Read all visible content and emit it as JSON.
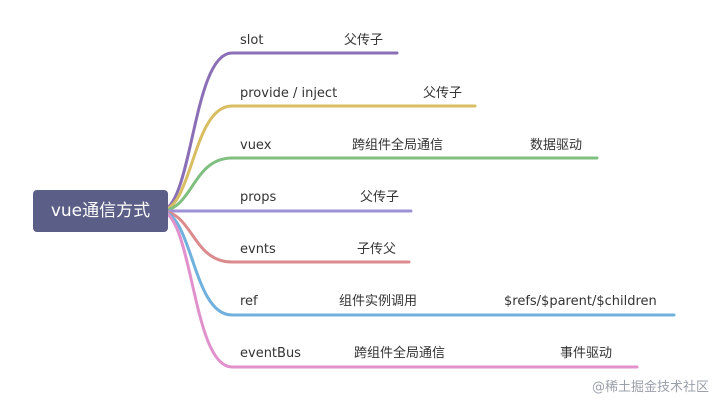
{
  "root": {
    "label": "vue通信方式"
  },
  "branches": [
    {
      "name": "slot",
      "desc": "父传子",
      "extra": "",
      "color": "#8b6fb6"
    },
    {
      "name": "provide / inject",
      "desc": "父传子",
      "extra": "",
      "color": "#d9bd62"
    },
    {
      "name": "vuex",
      "desc": "跨组件全局通信",
      "extra": "数据驱动",
      "color": "#7fbf7f"
    },
    {
      "name": "props",
      "desc": "父传子",
      "extra": "",
      "color": "#9e92d6"
    },
    {
      "name": "evnts",
      "desc": "子传父",
      "extra": "",
      "color": "#db8b8d"
    },
    {
      "name": "ref",
      "desc": "组件实例调用",
      "extra": "$refs/$parent/$children",
      "color": "#70b0dd"
    },
    {
      "name": "eventBus",
      "desc": "跨组件全局通信",
      "extra": "事件驱动",
      "color": "#e191cc"
    }
  ],
  "watermark": "@稀土掘金技术社区"
}
